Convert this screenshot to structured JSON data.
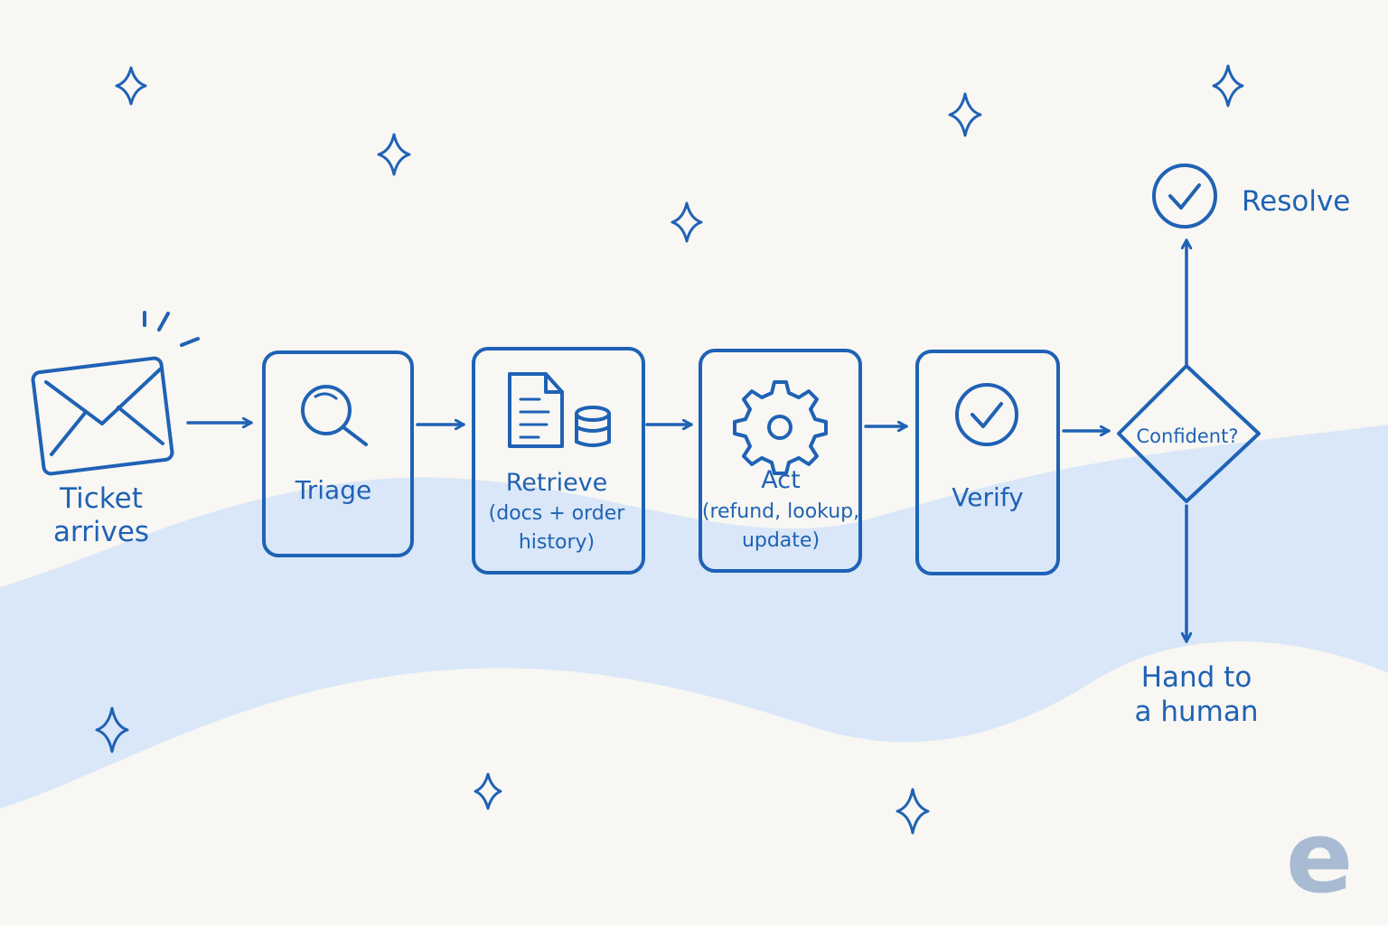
{
  "colors": {
    "background": "#f8f7f3",
    "band": "#d9e7f8",
    "line": "#1f62b5",
    "logo": "#a8bbd2"
  },
  "icons": {
    "ticket": "envelope-icon",
    "triage": "magnifier-icon",
    "retrieve": "document-database-icon",
    "act": "gear-icon",
    "verify": "checkmark-circle-icon",
    "resolve": "checkmark-circle-icon",
    "logo": "letter-e-logo"
  },
  "nodes": {
    "ticket": {
      "line1": "Ticket",
      "line2": "arrives"
    },
    "triage": {
      "label": "Triage"
    },
    "retrieve": {
      "title": "Retrieve",
      "detail_line1": "(docs + order",
      "detail_line2": "history)"
    },
    "act": {
      "title": "Act",
      "detail_line1": "(refund, lookup,",
      "detail_line2": "update)"
    },
    "verify": {
      "label": "Verify"
    },
    "decision": {
      "label": "Confident?"
    },
    "resolve": {
      "label": "Resolve"
    },
    "handoff": {
      "line1": "Hand to",
      "line2": "a human"
    }
  },
  "logo": {
    "letter": "e"
  }
}
